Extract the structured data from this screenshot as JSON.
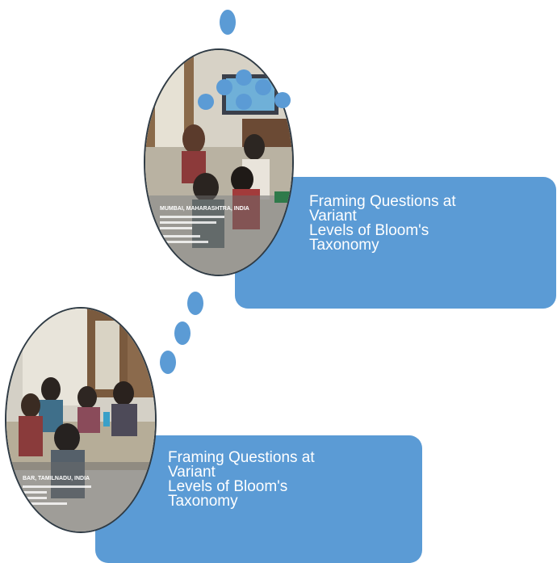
{
  "cards": [
    {
      "lines": [
        "Framing Questions at",
        "Variant",
        "Levels of Bloom's",
        "Taxonomy"
      ],
      "photo_caption_lines": [
        "MUMBAI, MAHARASHTRA, INDIA"
      ]
    },
    {
      "lines": [
        "Framing Questions at",
        "Variant",
        "Levels of Bloom's",
        "Taxonomy"
      ],
      "photo_caption_lines": [
        "BAR, TAMILNADU, INDIA"
      ]
    }
  ],
  "colors": {
    "accent": "#5b9bd5",
    "text": "#ffffff"
  }
}
